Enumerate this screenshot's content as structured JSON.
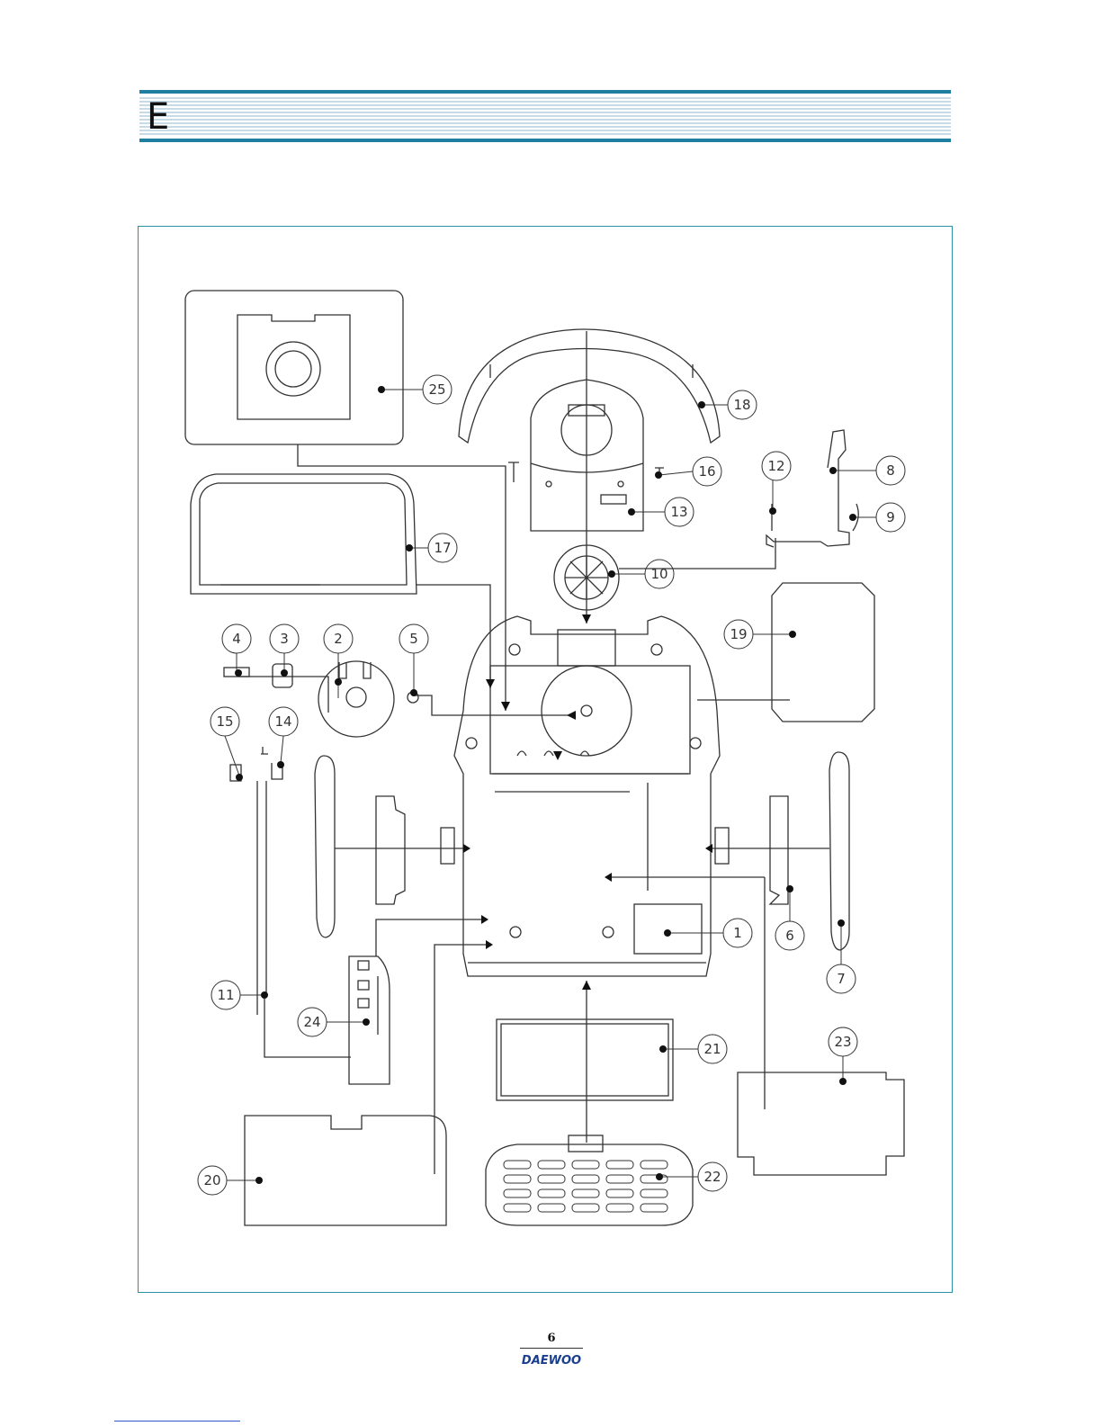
{
  "header": {
    "section_letter": "E"
  },
  "diagram": {
    "callouts": [
      {
        "num": "1"
      },
      {
        "num": "2"
      },
      {
        "num": "3"
      },
      {
        "num": "4"
      },
      {
        "num": "5"
      },
      {
        "num": "6"
      },
      {
        "num": "7"
      },
      {
        "num": "8"
      },
      {
        "num": "9"
      },
      {
        "num": "10"
      },
      {
        "num": "11"
      },
      {
        "num": "12"
      },
      {
        "num": "13"
      },
      {
        "num": "14"
      },
      {
        "num": "15"
      },
      {
        "num": "16"
      },
      {
        "num": "17"
      },
      {
        "num": "18"
      },
      {
        "num": "19"
      },
      {
        "num": "20"
      },
      {
        "num": "21"
      },
      {
        "num": "22"
      },
      {
        "num": "23"
      },
      {
        "num": "24"
      },
      {
        "num": "25"
      }
    ]
  },
  "footer": {
    "page_number": "6",
    "logo_text": "DAEWOO"
  },
  "colors": {
    "accent": "#2b8fa8",
    "header_stripe": "#1f7fa0"
  }
}
